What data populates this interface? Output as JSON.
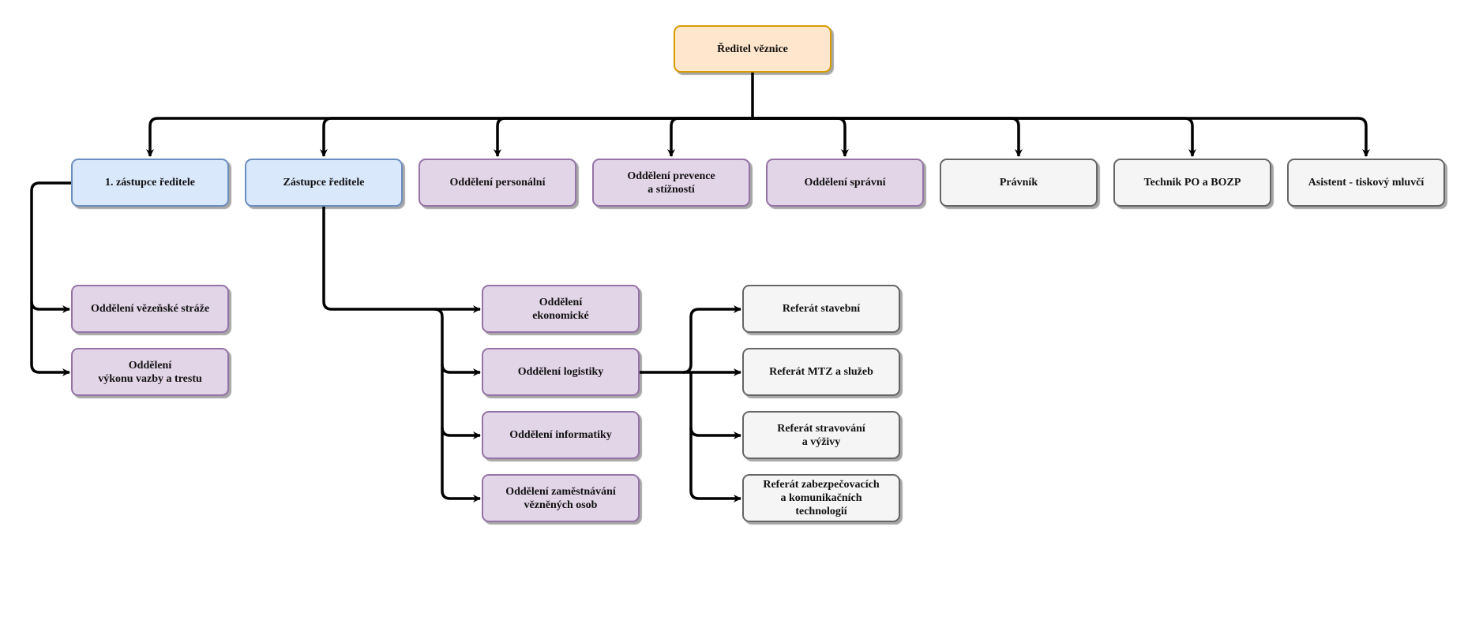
{
  "diagram": {
    "colors": {
      "director": "#ffe6cc",
      "deputy": "#dae8fc",
      "department": "#e1d5e7",
      "staff": "#f5f5f5",
      "connector": "#000000"
    },
    "root": {
      "label": "Ředitel věznice"
    },
    "level1": [
      {
        "label": "1. zástupce ředitele"
      },
      {
        "label": "Zástupce ředitele"
      },
      {
        "label": "Oddělení personální"
      },
      {
        "label": "Oddělení prevence\na stížností"
      },
      {
        "label": "Oddělení správní"
      },
      {
        "label": "Právník"
      },
      {
        "label": "Technik PO a BOZP"
      },
      {
        "label": "Asistent - tiskový mluvčí"
      }
    ],
    "first_deputy_children": [
      {
        "label": "Oddělení vězeňské stráže"
      },
      {
        "label": "Oddělení\nvýkonu vazby a trestu"
      }
    ],
    "deputy_children": [
      {
        "label": "Oddělení\nekonomické"
      },
      {
        "label": "Oddělení logistiky"
      },
      {
        "label": "Oddělení informatiky"
      },
      {
        "label": "Oddělení zaměstnávání\nvězněných osob"
      }
    ],
    "logistics_children": [
      {
        "label": "Referát stavební"
      },
      {
        "label": "Referát MTZ a služeb"
      },
      {
        "label": "Referát stravování\na výživy"
      },
      {
        "label": "Referát zabezpečovacích\na  komunikačních\ntechnologií"
      }
    ]
  }
}
